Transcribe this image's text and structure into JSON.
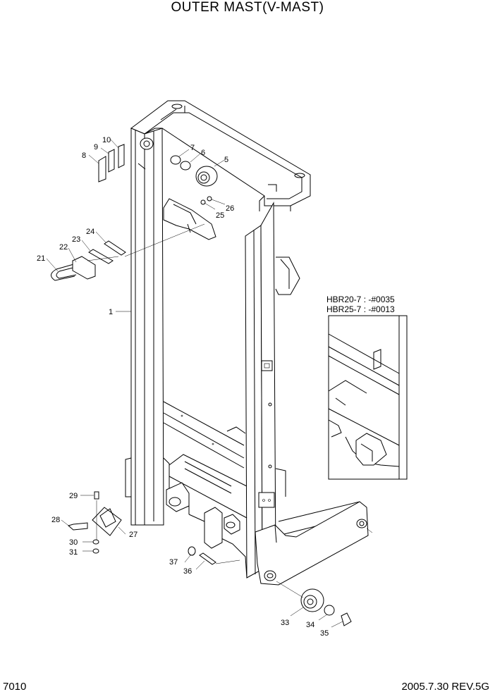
{
  "title": "OUTER MAST(V-MAST)",
  "footer": {
    "page_code": "7010",
    "date_rev": "2005.7.30  REV.5G"
  },
  "inset": {
    "variant_1": "HBR20-7 : -#0035",
    "variant_2": "HBR25-7 : -#0013"
  },
  "parts": {
    "p1": "1",
    "p5": "5",
    "p6": "6",
    "p7": "7",
    "p8": "8",
    "p9": "9",
    "p10": "10",
    "p21": "21",
    "p22": "22",
    "p23": "23",
    "p24": "24",
    "p25": "25",
    "p26": "26",
    "p27": "27",
    "p28": "28",
    "p29": "29",
    "p30": "30",
    "p31": "31",
    "p33": "33",
    "p34": "34",
    "p35": "35",
    "p36": "36",
    "p37": "37"
  }
}
